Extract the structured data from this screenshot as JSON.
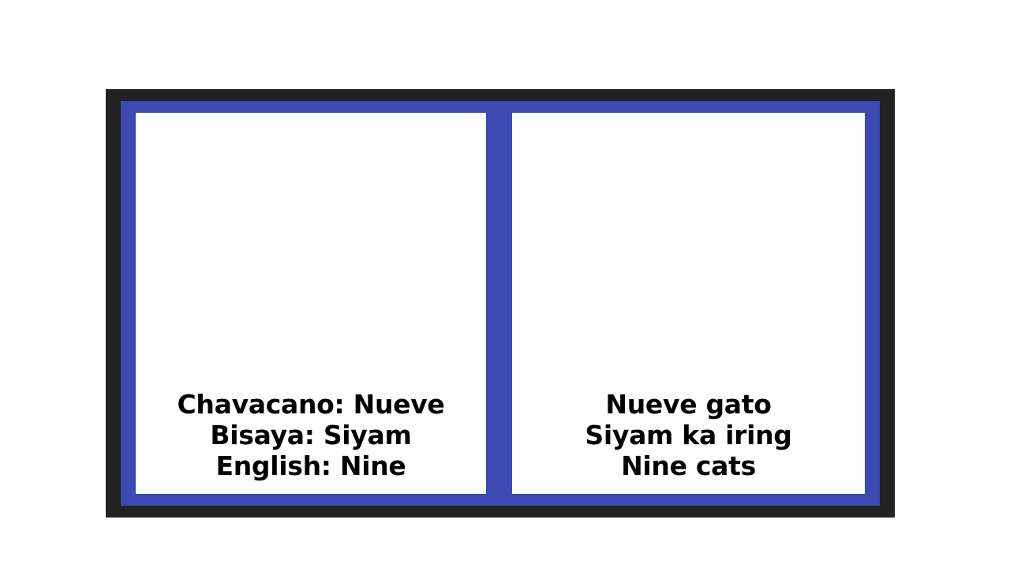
{
  "panels": [
    {
      "lines": [
        "Chavacano: Nueve",
        "Bisaya: Siyam",
        "English: Nine"
      ]
    },
    {
      "lines": [
        "Nueve gato",
        "Siyam ka iring",
        "Nine cats"
      ]
    }
  ],
  "colors": {
    "outer_frame": "#222222",
    "inner_frame": "#3a4ab2",
    "panel_background": "#ffffff",
    "text": "#000000"
  }
}
